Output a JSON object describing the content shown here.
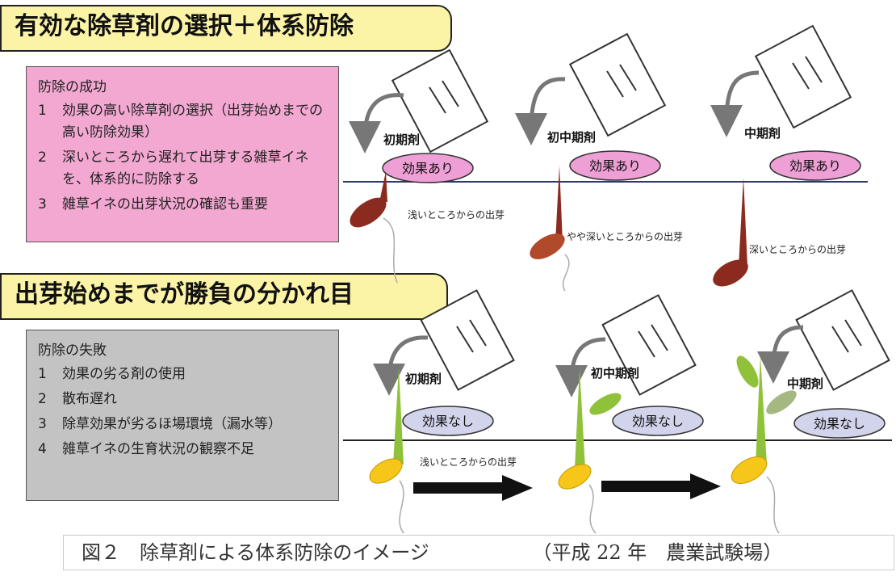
{
  "banners": {
    "top": "有効な除草剤の選択＋体系防除",
    "bottom": "出芽始めまでが勝負の分かれ目"
  },
  "success_box": {
    "heading": "防除の成功",
    "items": [
      {
        "num": "1",
        "text": "効果の高い除草剤の選択（出芽始めまでの高い防除効果）"
      },
      {
        "num": "2",
        "text": "深いところから遅れて出芽する雑草イネを、体系的に防除する"
      },
      {
        "num": "3",
        "text": "雑草イネの出芽状況の確認も重要"
      }
    ]
  },
  "failure_box": {
    "heading": "防除の失敗",
    "items": [
      {
        "num": "1",
        "text": "効果の劣る剤の使用"
      },
      {
        "num": "2",
        "text": "散布遅れ"
      },
      {
        "num": "3",
        "text": "除草効果が劣るほ場環境（漏水等）"
      },
      {
        "num": "4",
        "text": "雑草イネの生育状況の観察不足"
      }
    ]
  },
  "top_row": {
    "herbicides": [
      "初期剤",
      "初中期剤",
      "中期剤"
    ],
    "effect": "効果あり",
    "depths": [
      "浅いところからの出芽",
      "やや深いところからの出芽",
      "深いところからの出芽"
    ]
  },
  "bottom_row": {
    "herbicides": [
      "初期剤",
      "初中期剤",
      "中期剤"
    ],
    "effect": "効果なし",
    "depth": "浅いところからの出芽"
  },
  "caption": {
    "figure": "図２　除草剤による体系防除のイメージ",
    "source": "（平成 22 年　農業試験場）"
  },
  "colors": {
    "banner": "#fbf3a6",
    "success_box": "#f3a8d2",
    "failure_box": "#c3c3c3",
    "oval_success": "#ee9fd5",
    "oval_failure": "#d2d4ec",
    "seed_red": "#8b2a1e",
    "seed_yellow": "#f6c619",
    "sprout_green": "#8fc23a"
  }
}
